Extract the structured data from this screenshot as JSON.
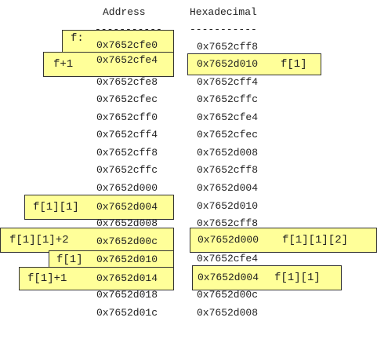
{
  "headers": {
    "address": "Address",
    "hex": "Hexadecimal",
    "divider": "-----------"
  },
  "rows": [
    {
      "address": "0x7652cfe0",
      "hex": "0x7652cff8"
    },
    {
      "address": "0x7652cfe4",
      "hex": "0x7652d010"
    },
    {
      "address": "0x7652cfe8",
      "hex": "0x7652cff4"
    },
    {
      "address": "0x7652cfec",
      "hex": "0x7652cffc"
    },
    {
      "address": "0x7652cff0",
      "hex": "0x7652cfe4"
    },
    {
      "address": "0x7652cff4",
      "hex": "0x7652cfec"
    },
    {
      "address": "0x7652cff8",
      "hex": "0x7652d008"
    },
    {
      "address": "0x7652cffc",
      "hex": "0x7652cff8"
    },
    {
      "address": "0x7652d000",
      "hex": "0x7652d004"
    },
    {
      "address": "0x7652d004",
      "hex": "0x7652d010"
    },
    {
      "address": "0x7652d008",
      "hex": "0x7652cff8"
    },
    {
      "address": "0x7652d00c",
      "hex": "0x7652d000"
    },
    {
      "address": "0x7652d010",
      "hex": "0x7652cfe4"
    },
    {
      "address": "0x7652d014",
      "hex": "0x7652d004"
    },
    {
      "address": "0x7652d018",
      "hex": "0x7652d00c"
    },
    {
      "address": "0x7652d01c",
      "hex": "0x7652d008"
    }
  ],
  "labels": {
    "f": "f:",
    "f_plus_1": "f+1",
    "f1_deref": "f[1]",
    "f1_1": "f[1][1]",
    "f1_1_plus_2": "f[1][1]+2",
    "f1_1_2": "f[1][1][2]",
    "f1": "f[1]",
    "f1_plus_1": "f[1]+1",
    "f1_1_right": "f[1][1]"
  }
}
